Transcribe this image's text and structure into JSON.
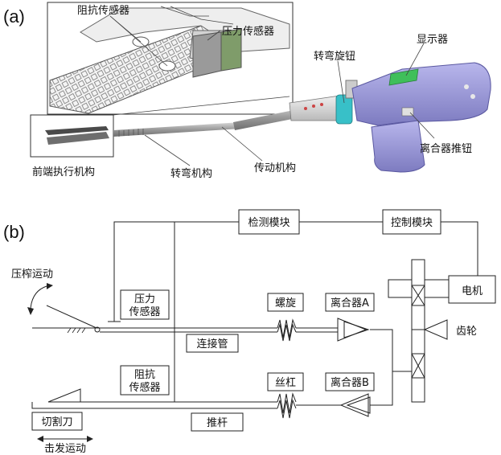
{
  "panel_a": {
    "tag": "(a)",
    "labels": {
      "impedance_sensor": "阻抗传感器",
      "pressure_sensor": "压力传感器",
      "display": "显示器",
      "rotate_knob": "转弯旋钮",
      "clutch_button": "离合器推钮",
      "front_actuator": "前端执行机构",
      "turning_mech": "转弯机构",
      "transmission": "传动机构"
    }
  },
  "panel_b": {
    "tag": "(b)",
    "labels": {
      "detect_module": "检测模块",
      "control_module": "控制模块",
      "press_motion": "压榨运动",
      "pressure_sensor_l1": "压力",
      "pressure_sensor_l2": "传感器",
      "spiral": "螺旋",
      "clutch_a": "离合器A",
      "motor": "电机",
      "gear": "齿轮",
      "connect_tube": "连接管",
      "impedance_sensor_l1": "阻抗",
      "impedance_sensor_l2": "传感器",
      "lead_screw": "丝杠",
      "clutch_b": "离合器B",
      "cutter": "切割刀",
      "push_rod": "推杆",
      "fire_motion": "击发运动"
    }
  },
  "colors": {
    "device_purple": "#9c9ad8",
    "device_green": "#3fbf5a",
    "knob_teal": "#38c0c8",
    "shaft_gray": "#a8a8a8"
  }
}
